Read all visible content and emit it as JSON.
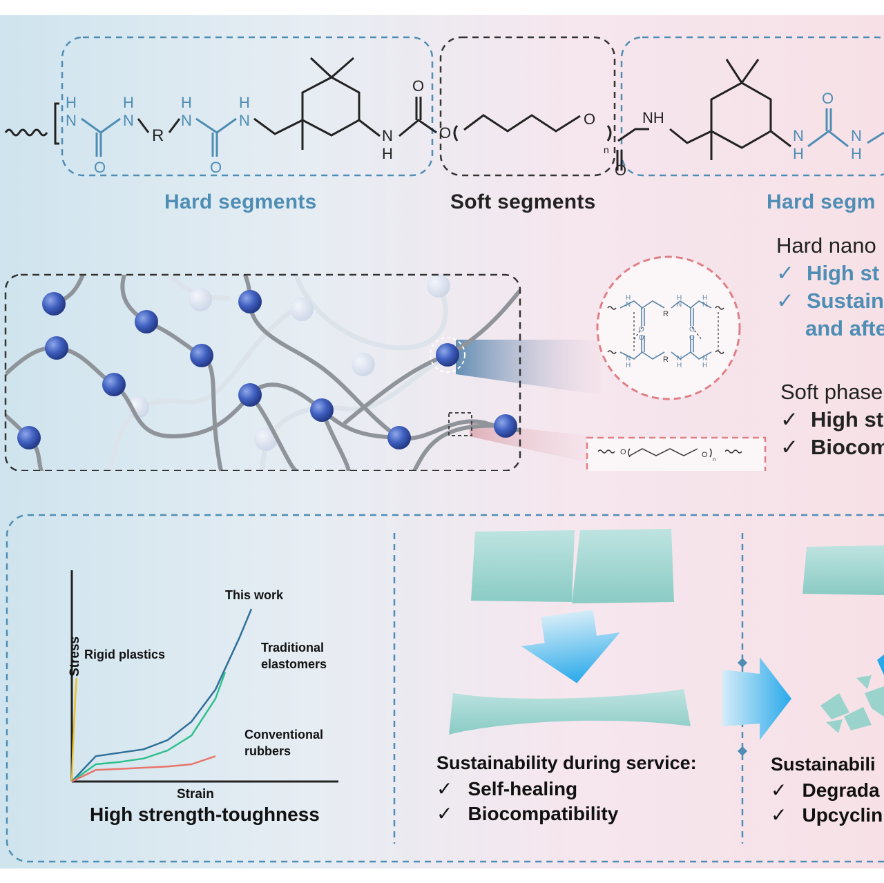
{
  "structure": {
    "hard_segment_label_left": "Hard segments",
    "soft_segment_label": "Soft segments",
    "hard_segment_label_right": "Hard segm",
    "atoms": {
      "H": "H",
      "N": "N",
      "O": "O",
      "R": "R",
      "NH": "NH",
      "n": "n"
    }
  },
  "properties": {
    "hard_heading": "Hard nano",
    "hard_items": [
      "High st",
      "Sustain",
      "and afte"
    ],
    "soft_heading": "Soft phase",
    "soft_items": [
      "High st",
      "Biocom"
    ],
    "check": "✓"
  },
  "chart_data": {
    "type": "line",
    "title": "High strength-toughness",
    "xlabel": "Strain",
    "ylabel": "Stress",
    "series": [
      {
        "name": "Rigid plastics",
        "color": "#e8c12e",
        "x": [
          0,
          0.05,
          0.1,
          0.15,
          0.2
        ],
        "y": [
          0,
          0.3,
          0.55,
          0.75,
          0.9
        ]
      },
      {
        "name": "This work",
        "color": "#2e6f9a",
        "x": [
          0,
          1,
          2,
          3,
          4,
          5,
          6,
          7,
          7.5
        ],
        "y": [
          0,
          0.22,
          0.25,
          0.28,
          0.36,
          0.52,
          0.8,
          1.25,
          1.5
        ]
      },
      {
        "name": "Traditional elastomers",
        "color": "#2fbf8c",
        "x": [
          0,
          1,
          2,
          3,
          4,
          5,
          6,
          6.4
        ],
        "y": [
          0,
          0.15,
          0.17,
          0.2,
          0.27,
          0.4,
          0.72,
          0.95
        ]
      },
      {
        "name": "Conventional rubbers",
        "color": "#e8746a",
        "x": [
          0,
          1,
          2,
          3,
          4,
          5,
          6
        ],
        "y": [
          0,
          0.1,
          0.11,
          0.12,
          0.13,
          0.15,
          0.22
        ]
      }
    ]
  },
  "service": {
    "heading": "Sustainability during service:",
    "items": [
      "Self-healing",
      "Biocompatibility"
    ]
  },
  "end_of_life": {
    "heading": "Sustainabili",
    "items": [
      "Degrada",
      "Upcyclin"
    ]
  }
}
